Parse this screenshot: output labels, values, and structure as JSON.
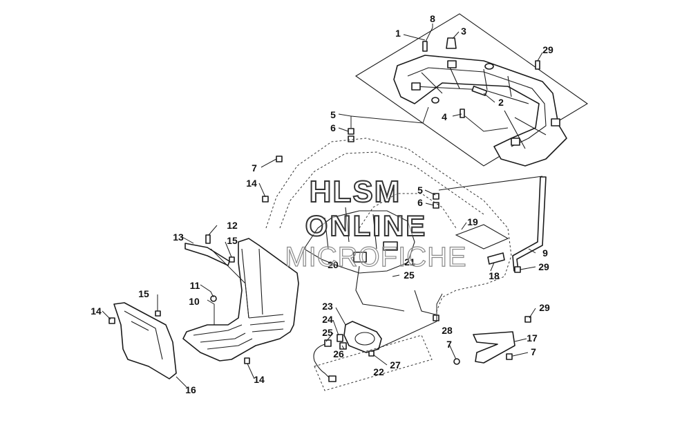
{
  "watermark": {
    "line1": "HLSM",
    "line2": "ONLINE",
    "line3": "MICROFICHE"
  },
  "callouts": [
    "1",
    "2",
    "3",
    "4",
    "5",
    "6",
    "7",
    "8",
    "9",
    "10",
    "11",
    "12",
    "13",
    "14",
    "15",
    "16",
    "17",
    "18",
    "19",
    "20",
    "21",
    "22",
    "23",
    "24",
    "25",
    "26",
    "27",
    "28",
    "29",
    "5",
    "6",
    "7",
    "7",
    "14",
    "14",
    "15",
    "29",
    "29",
    "25"
  ],
  "colors": {
    "line": "#1a1a1a",
    "background": "#ffffff"
  }
}
